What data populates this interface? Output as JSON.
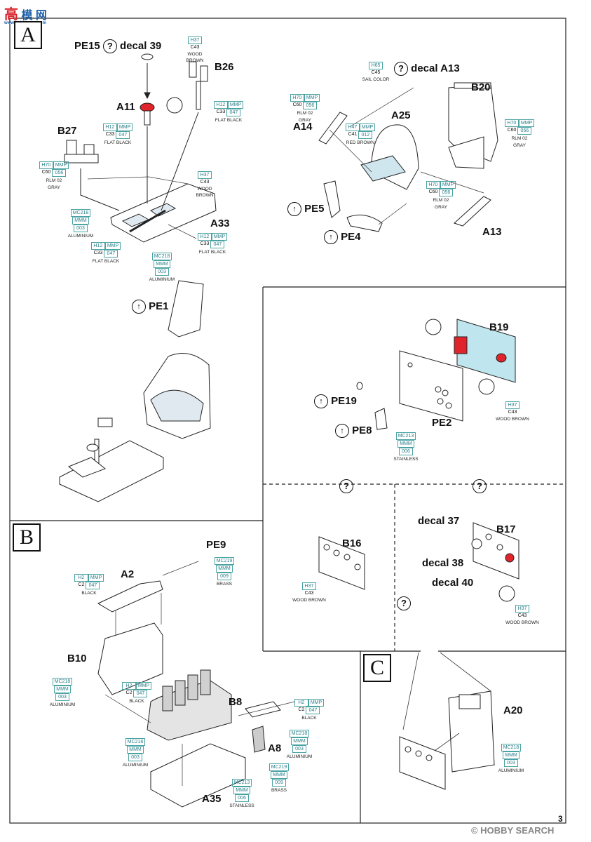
{
  "watermark_top": {
    "main": "高",
    "sub": "模 网",
    "url": "www.hobbyman.com"
  },
  "page_number": "3",
  "watermark_bottom": "HOBBY SEARCH",
  "watermark_bottom_c": "©",
  "sections": {
    "a": "A",
    "b": "B",
    "c": "C"
  },
  "question_mark": "?",
  "labels": {
    "pe15": "PE15",
    "decal39": "decal 39",
    "b26": "B26",
    "a11": "A11",
    "b27": "B27",
    "a33": "A33",
    "pe1": "PE1",
    "decal_a13": "decal A13",
    "b20": "B20",
    "a25": "A25",
    "a14": "A14",
    "pe5": "PE5",
    "pe4": "PE4",
    "a13": "A13",
    "b19": "B19",
    "pe19": "PE19",
    "pe8": "PE8",
    "pe2": "PE2",
    "b16": "B16",
    "decal37": "decal 37",
    "b17": "B17",
    "decal38": "decal 38",
    "decal40": "decal 40",
    "pe9": "PE9",
    "a2": "A2",
    "b10": "B10",
    "b8": "B8",
    "a8": "A8",
    "a35": "A35",
    "a20": "A20"
  },
  "paints": {
    "h37": {
      "h": "H37",
      "c": "C43",
      "name": "WOOD BROWN"
    },
    "h12": {
      "h": "H12",
      "mmp": "MMP",
      "c": "C33",
      "m": "047",
      "name": "FLAT BLACK"
    },
    "h70": {
      "h": "H70",
      "mmp": "MMP",
      "c": "C60",
      "m": "056",
      "name1": "RLM 02",
      "name2": "GRAY"
    },
    "mc218": {
      "mc": "MC218",
      "mmm": "MMM",
      "m": "003",
      "name": "ALUMINIUM"
    },
    "h65": {
      "h": "H65",
      "c": "C45",
      "name": "SAIL COLOR"
    },
    "h47": {
      "h": "H47",
      "mmp": "MMP",
      "c": "C41",
      "m": "012",
      "name": "RED BROWN"
    },
    "mc213": {
      "mc": "MC213",
      "mmm": "MMM",
      "m": "006",
      "name": "STAINLESS"
    },
    "mc219": {
      "mc": "MC219",
      "mmm": "MMM",
      "m": "009",
      "name": "BRASS"
    },
    "h2": {
      "h": "H2",
      "mmp": "MMP",
      "c": "C2",
      "m": "047",
      "name": "BLACK"
    }
  },
  "colors": {
    "ink": "#111111",
    "paint_ref": "#4aa3a3",
    "part_red": "#e0242c",
    "panel_blue": "#bfe6ee",
    "wm_red": "#d8262d",
    "wm_blue": "#1d5fa8"
  }
}
